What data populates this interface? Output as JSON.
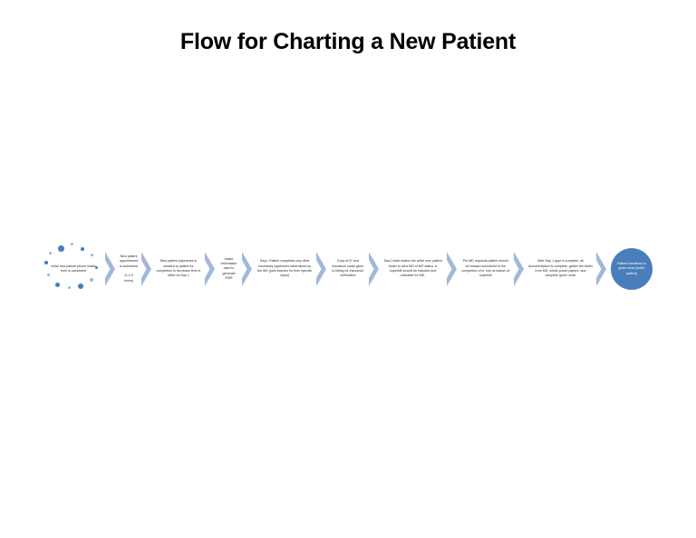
{
  "slide": {
    "title": "Flow for Charting a New Patient",
    "background_color": "#FFFFFF"
  },
  "theme": {
    "accent_blue": "#4A7EBB",
    "chevron_blue": "#A3B8D8",
    "dot_pale_blue": "#9DB8DC",
    "text_color": "#2A2A2A",
    "title_color": "#000000"
  },
  "flow": {
    "start_node": {
      "shape": "dot-cluster",
      "text": "Initial new patient phone intake form is completed"
    },
    "steps": [
      {
        "text": "New patient appointment is scheduled\n\n(1-1.5 hours)"
      },
      {
        "text": "New patient paperwork is emailed to patient for completion to decrease time in office on Day 1"
      },
      {
        "text": "Intake information used to generate EMR"
      },
      {
        "text": "Day1: Patient completes any other necessary paperwork determined by the MD (pain indexes for their specific injury)"
      },
      {
        "text": "Copy of ID and insurance cards given to billing for insurance verification"
      },
      {
        "text": "Day1 chart retains the white new patient folder to alert MD of N/P status. A superbill should be included and noticable for MD."
      },
      {
        "text": "Pre MD requests patient should be forward scheduled to the completion of tx.  Info at bottom of superbill"
      },
      {
        "text": "After Day 1 appt is complete, all documentation is complete, gather the folder from MD, whole punch papers, and complete green chart"
      }
    ],
    "end_node": {
      "shape": "circle",
      "text": "Patient transitions to green chart (active patient)"
    },
    "connector_icon": "chevron-right-icon"
  }
}
